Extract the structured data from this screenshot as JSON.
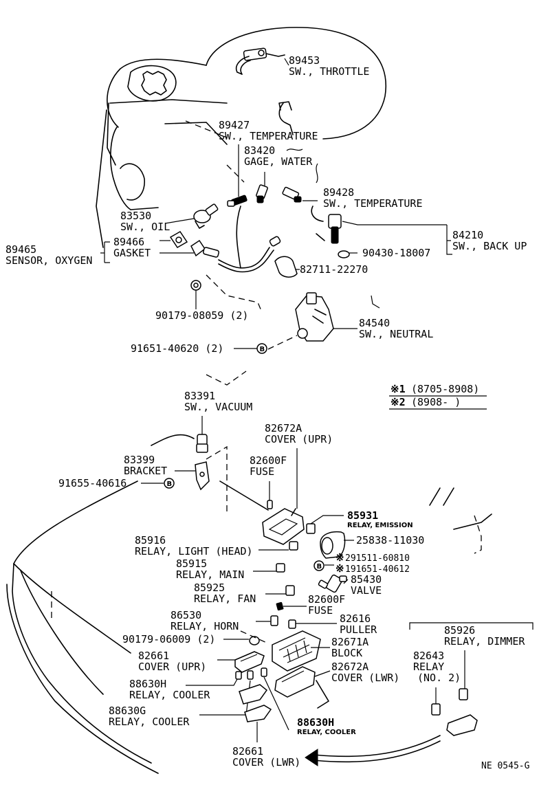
{
  "labels": {
    "sw_throttle": {
      "num": "89453",
      "name": "SW., THROTTLE"
    },
    "sw_temp_1": {
      "num": "89427",
      "name": "SW., TEMPERATURE"
    },
    "gage_water": {
      "num": "83420",
      "name": "GAGE, WATER"
    },
    "sw_temp_2": {
      "num": "89428",
      "name": "SW., TEMPERATURE"
    },
    "sw_oil": {
      "num": "83530",
      "name": "SW., OIL"
    },
    "sw_back_up": {
      "num": "84210",
      "name": "SW., BACK UP"
    },
    "sensor_oxygen": {
      "num": "89465",
      "name": "SENSOR, OXYGEN"
    },
    "gasket": {
      "num": "89466",
      "name": "GASKET"
    },
    "sw_neutral": {
      "num": "84540",
      "name": "SW., NEUTRAL"
    },
    "sw_vacuum": {
      "num": "83391",
      "name": "SW., VACUUM"
    },
    "cover_upr_1": {
      "num": "82672A",
      "name": "COVER (UPR)"
    },
    "bracket": {
      "num": "83399",
      "name": "BRACKET"
    },
    "fuse_1": {
      "num": "82600F",
      "name": "FUSE"
    },
    "relay_emission": {
      "num": "85931",
      "name": "RELAY, EMISSION"
    },
    "relay_light": {
      "num": "85916",
      "name": "RELAY, LIGHT (HEAD)"
    },
    "relay_main": {
      "num": "85915",
      "name": "RELAY, MAIN"
    },
    "valve": {
      "num": "85430",
      "name": "VALVE"
    },
    "relay_fan": {
      "num": "85925",
      "name": "RELAY, FAN"
    },
    "fuse_2": {
      "num": "82600F",
      "name": "FUSE"
    },
    "relay_horn": {
      "num": "86530",
      "name": "RELAY, HORN"
    },
    "puller": {
      "num": "82616",
      "name": "PULLER"
    },
    "relay_dimmer": {
      "num": "85926",
      "name": "RELAY, DIMMER"
    },
    "block": {
      "num": "82671A",
      "name": "BLOCK"
    },
    "cover_upr_2": {
      "num": "82661",
      "name": "COVER (UPR)"
    },
    "relay_no2": {
      "num": "82643",
      "name": "RELAY",
      "extra": "(NO. 2)"
    },
    "cover_lwr_1": {
      "num": "82672A",
      "name": "COVER (LWR)"
    },
    "relay_cooler_1": {
      "num": "88630H",
      "name": "RELAY, COOLER"
    },
    "relay_cooler_2": {
      "num": "88630G",
      "name": "RELAY, COOLER"
    },
    "relay_cooler_3": {
      "num": "88630H",
      "name": "RELAY, COOLER"
    },
    "cover_lwr_2": {
      "num": "82661",
      "name": "COVER (LWR)"
    }
  },
  "part_numbers": {
    "p90430": "90430-18007",
    "p82711": "82711-22270",
    "p90179a": "90179-08059 (2)",
    "p91651": "91651-40620 (2)",
    "p91655": "91655-40616",
    "p25838": "25838-11030",
    "p291511": "291511-60810",
    "p191651": "191651-40612",
    "p90179b": "90179-06009 (2)"
  },
  "markers": {
    "b": "B",
    "asterisk": "※"
  },
  "notes": {
    "note1_mark": "※1",
    "note1_range": "(8705-8908)",
    "note2_mark": "※2",
    "note2_range": "(8908-        )"
  },
  "footer": {
    "ref": "NE 0545-G"
  }
}
